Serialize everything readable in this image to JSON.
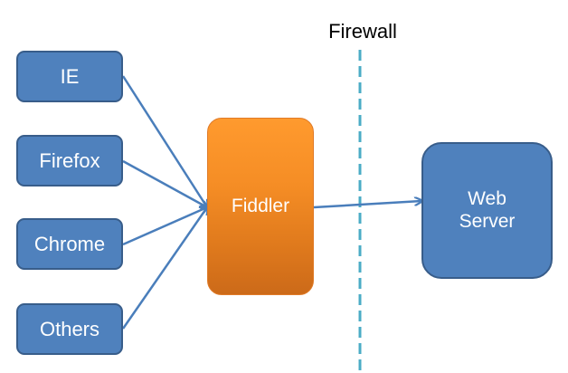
{
  "diagram": {
    "firewall_label": "Firewall",
    "clients": [
      {
        "label": "IE"
      },
      {
        "label": "Firefox"
      },
      {
        "label": "Chrome"
      },
      {
        "label": "Others"
      }
    ],
    "proxy": {
      "label": "Fiddler"
    },
    "server": {
      "label": "Web Server"
    }
  },
  "colors": {
    "client_fill": "#4f81bd",
    "client_border": "#385d8a",
    "proxy_fill": "#f58d25",
    "server_fill": "#4f81bd",
    "arrow": "#4a7ebb",
    "firewall_line": "#4bacc6",
    "text": "#ffffff"
  }
}
